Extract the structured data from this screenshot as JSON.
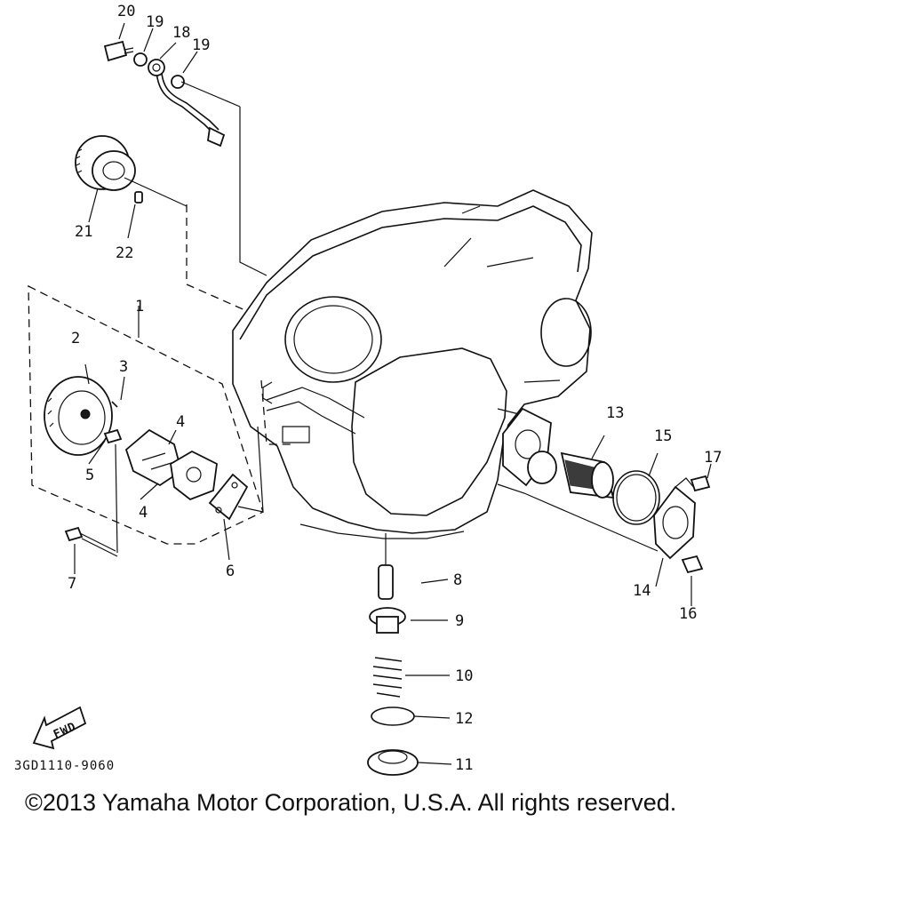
{
  "diagram": {
    "callouts": [
      "1",
      "2",
      "3",
      "4",
      "4",
      "5",
      "6",
      "7",
      "8",
      "9",
      "10",
      "11",
      "12",
      "13",
      "14",
      "15",
      "16",
      "17",
      "18",
      "19",
      "19",
      "20",
      "21",
      "22"
    ],
    "direction_badge": "FWD",
    "diagram_code": "3GD1110-9060"
  },
  "footer": {
    "copyright": "©2013 Yamaha Motor Corporation, U.S.A. All rights reserved."
  }
}
